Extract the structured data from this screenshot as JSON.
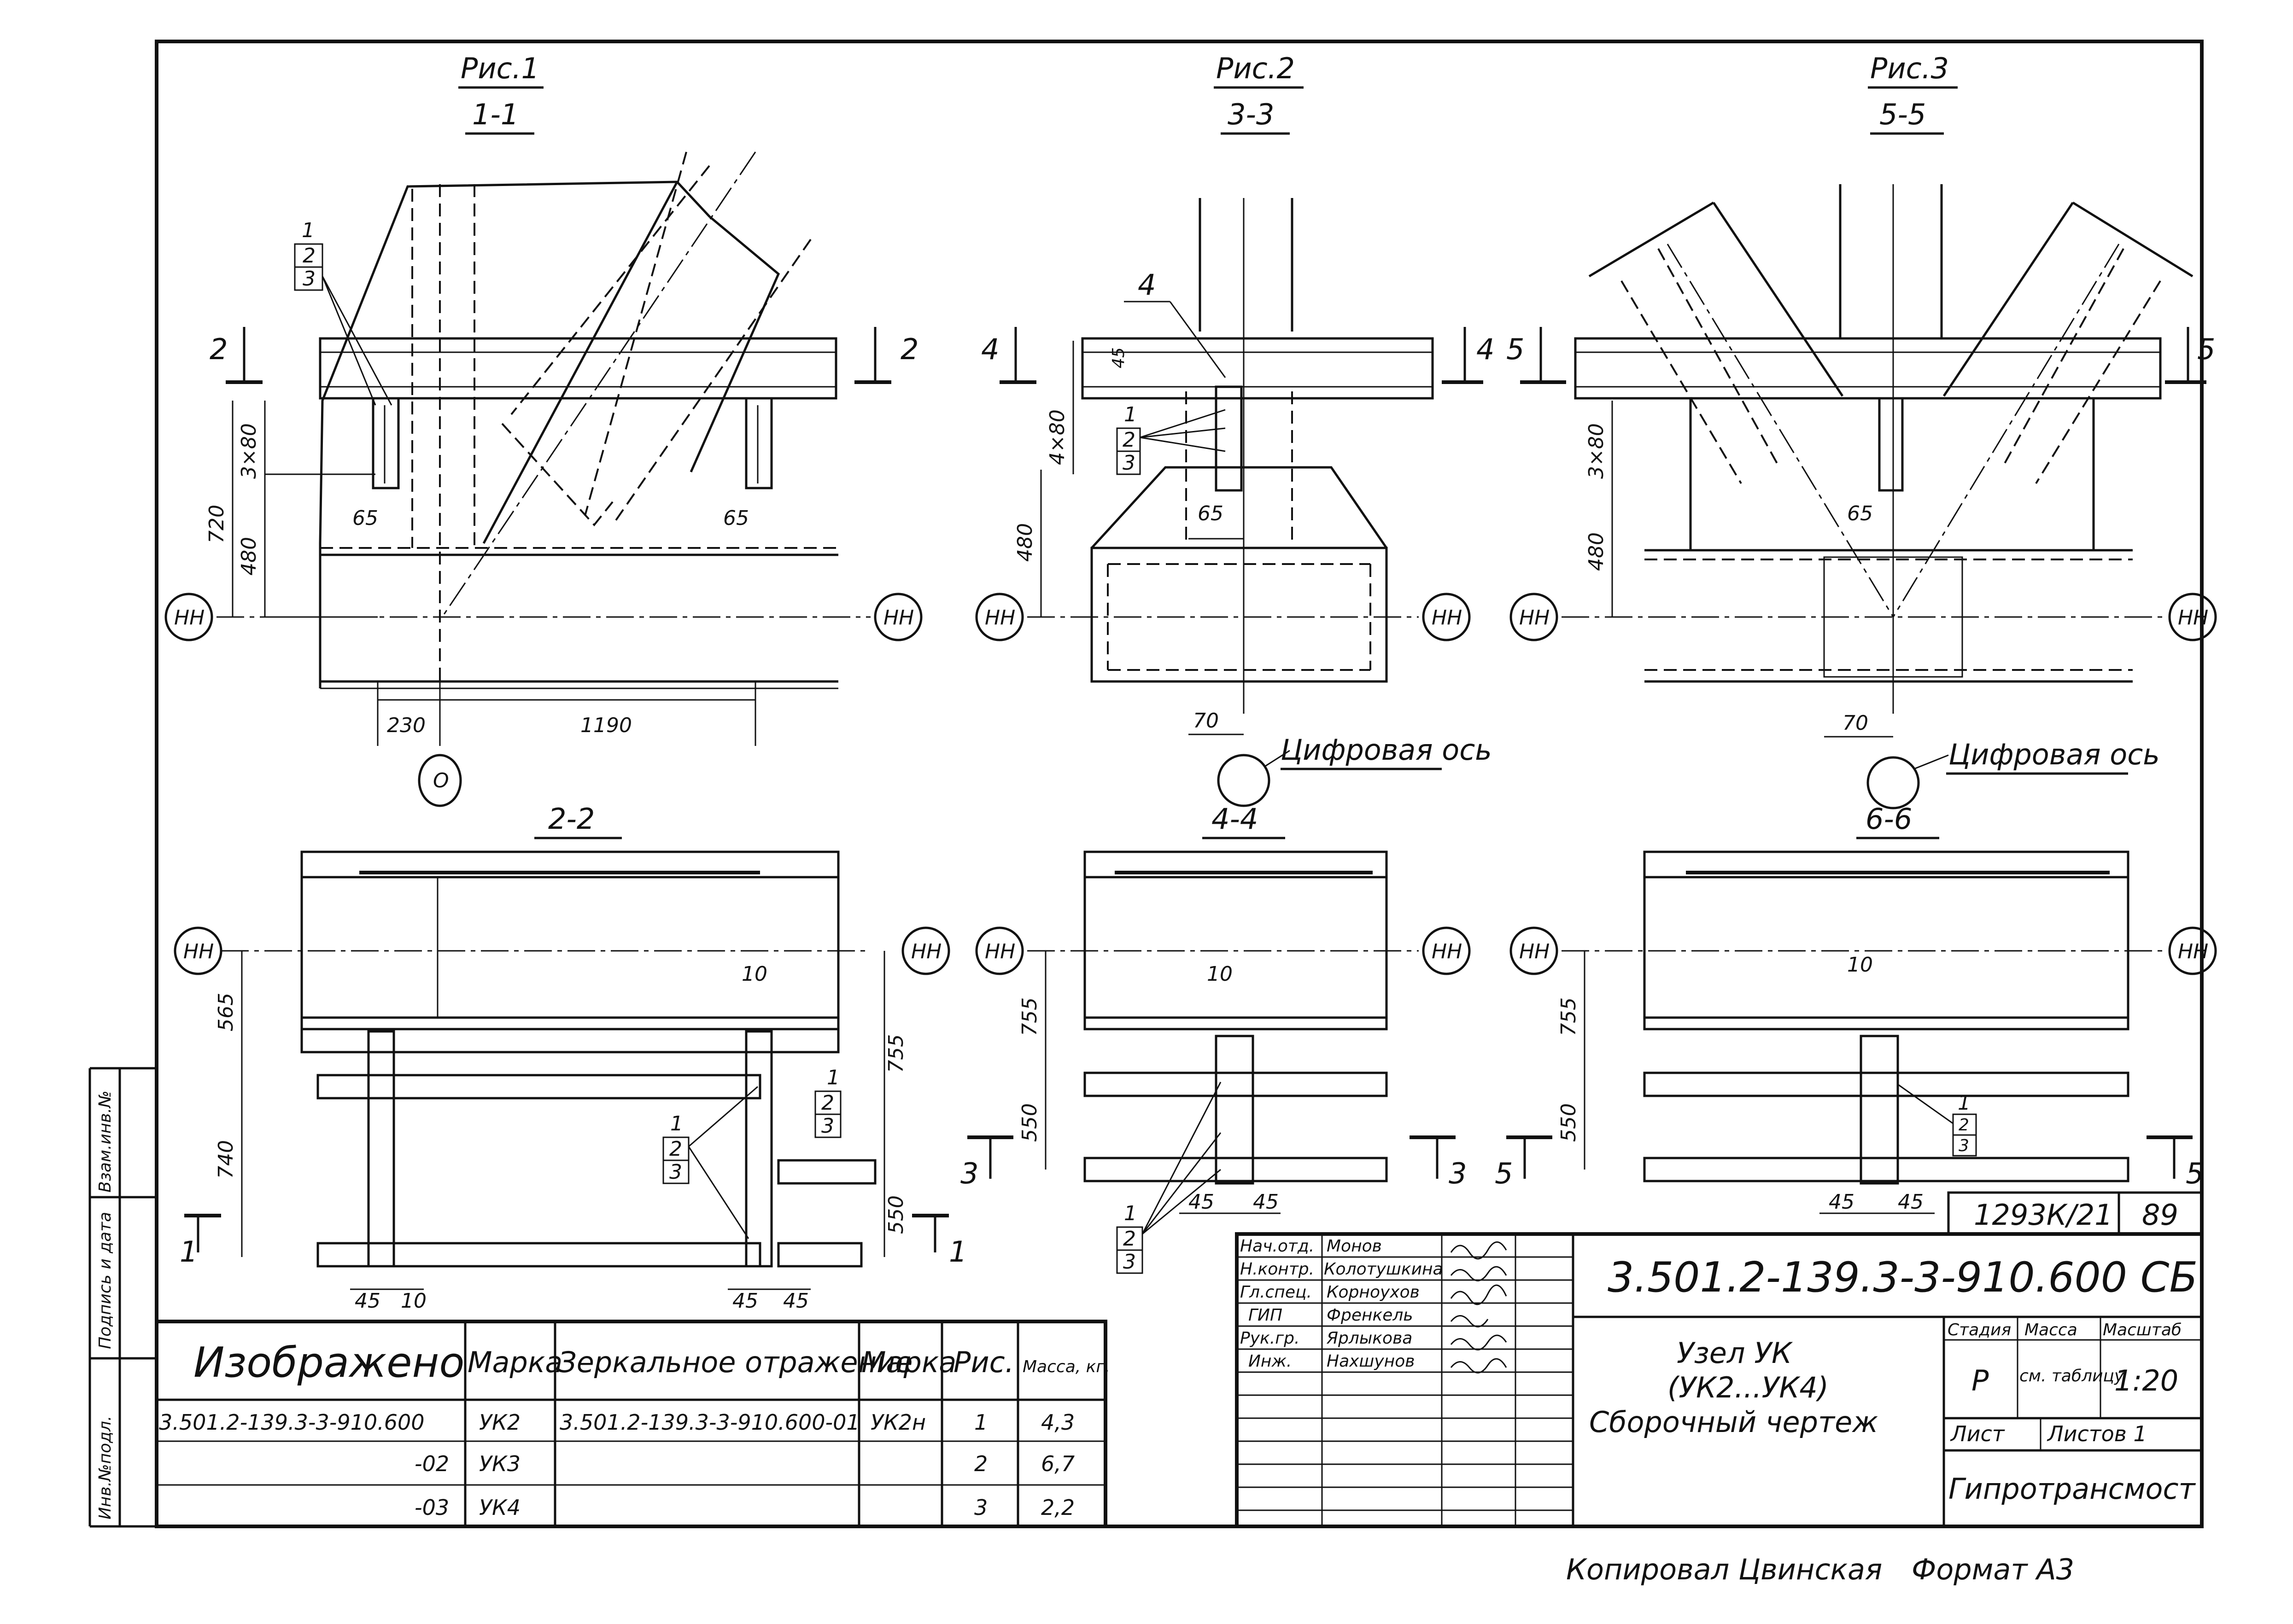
{
  "figures": [
    {
      "title": "Рис.1",
      "section": "1-1"
    },
    {
      "title": "Рис.2",
      "section": "3-3"
    },
    {
      "title": "Рис.3",
      "section": "5-5"
    }
  ],
  "sections_bottom": [
    "2-2",
    "4-4",
    "6-6"
  ],
  "axis_label": "НН",
  "axis_o": "О",
  "digital_axis": "Цифровая ось",
  "callouts": {
    "c1": "1",
    "c2": "2",
    "c3": "3",
    "c4": "4",
    "c5": "5"
  },
  "dimensions": {
    "d720": "720",
    "d480": "480",
    "d3x80": "3×80",
    "d4x80": "4×80",
    "d65": "65",
    "d230": "230",
    "d1190": "1190",
    "d45": "45",
    "d70": "70",
    "d565": "565",
    "d740": "740",
    "d755": "755",
    "d550": "550",
    "d10": "10"
  },
  "side_stamp": [
    "Инв.№подл.",
    "Подпись и дата",
    "Взам.инв.№"
  ],
  "sheet_ref": {
    "code": "1293К/21",
    "page": "89"
  },
  "spec_table": {
    "headers": [
      "Изображено",
      "Марка",
      "Зеркальное отражение",
      "Марка",
      "Рис.",
      "Масса, кг."
    ],
    "rows": [
      [
        "3.501.2-139.3-3-910.600",
        "УК2",
        "3.501.2-139.3-3-910.600-01",
        "УК2н",
        "1",
        "4,3"
      ],
      [
        "-02",
        "УК3",
        "",
        "",
        "2",
        "6,7"
      ],
      [
        "-03",
        "УК4",
        "",
        "",
        "3",
        "2,2"
      ]
    ]
  },
  "title_block": {
    "people": [
      [
        "Нач.отд.",
        "Монов"
      ],
      [
        "Н.контр.",
        "Колотушкина"
      ],
      [
        "Гл.спец.",
        "Корноухов"
      ],
      [
        "ГИП",
        "Френкель"
      ],
      [
        "Рук.гр.",
        "Ярлыкова"
      ],
      [
        "Инж.",
        "Нахшунов"
      ]
    ],
    "designation": "3.501.2-139.3-3-910.600 СБ",
    "name_line1": "Узел УК",
    "name_line2": "(УК2...УК4)",
    "name_line3": "Сборочный чертеж",
    "stage_label": "Стадия",
    "mass_label": "Масса",
    "scale_label": "Масштаб",
    "stage": "Р",
    "mass": "см. таблицу",
    "scale": "1:20",
    "sheet_label": "Лист",
    "sheets_label": "Листов 1",
    "org": "Гипротрансмост"
  },
  "footer": {
    "copied": "Копировал Цвинская",
    "format": "Формат А3"
  }
}
